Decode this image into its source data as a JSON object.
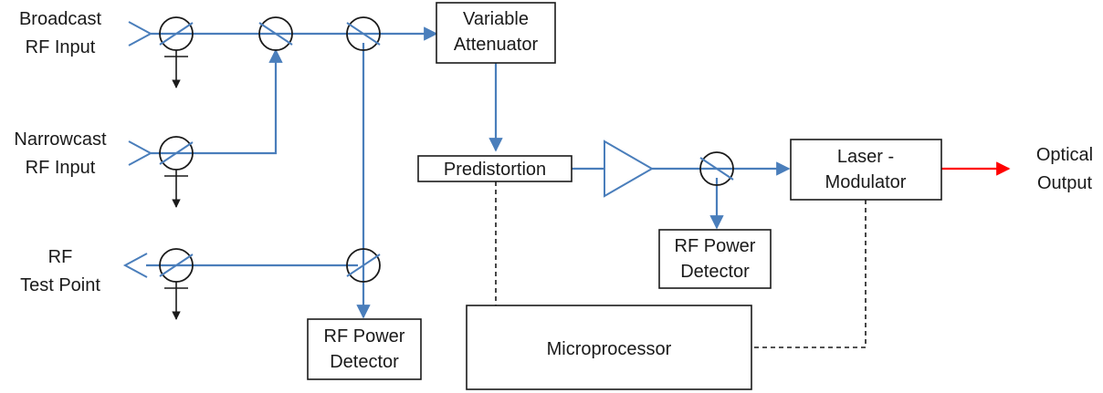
{
  "colors": {
    "signal": "#4a7ebb",
    "optical": "#ff0000",
    "outline": "#1a1a1a"
  },
  "inputs": {
    "broadcast": [
      "Broadcast",
      "RF Input"
    ],
    "narrowcast": [
      "Narrowcast",
      "RF Input"
    ],
    "test_point": [
      "RF",
      "Test Point"
    ]
  },
  "blocks": {
    "variable_attenuator": [
      "Variable",
      "Attenuator"
    ],
    "predistortion": "Predistortion",
    "laser_modulator": [
      "Laser -",
      "Modulator"
    ],
    "microprocessor": "Microprocessor",
    "rf_power_detector_left": [
      "RF Power",
      "Detector"
    ],
    "rf_power_detector_right": [
      "RF Power",
      "Detector"
    ]
  },
  "output": {
    "optical": [
      "Optical",
      "Output"
    ]
  },
  "icons": [
    "coupler-icon",
    "amplifier-icon",
    "ground-arrow-icon",
    "input-chevron-icon"
  ]
}
